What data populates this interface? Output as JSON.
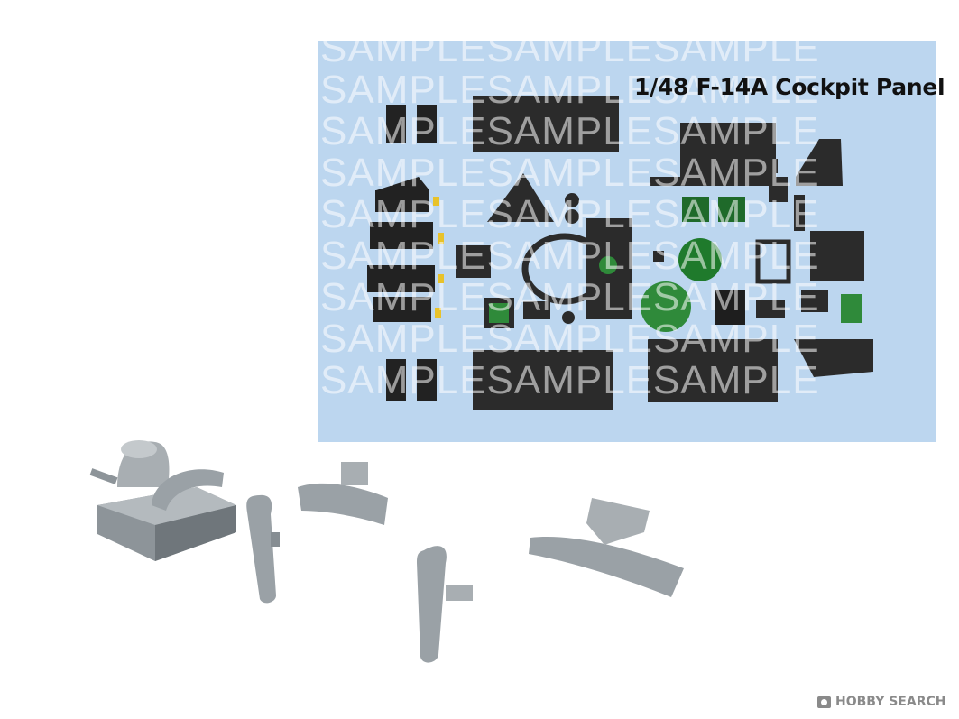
{
  "sheet": {
    "title": "1/48 F-14A Cockpit Panel",
    "watermark_rows": [
      "SAMPLESAMPLESAMPLE",
      "SAMPLESAMPLESAMPLE",
      "SAMPLESAMPLESAMPLE",
      "SAMPLESAMPLESAMPLE",
      "SAMPLESAMPLESAMPLE",
      "SAMPLESAMPLESAMPLE",
      "SAMPLESAMPLESAMPLE",
      "SAMPLESAMPLESAMPLE",
      "SAMPLESAMPLESAMPLE"
    ],
    "background_color": "#bcd6ef",
    "panel_color": "#2b2b2b",
    "screen_color": "#2f8a3a"
  },
  "resin_parts": {
    "color": "#9aa1a6"
  },
  "brand": {
    "logo_text": "HOBBY SEARCH"
  }
}
